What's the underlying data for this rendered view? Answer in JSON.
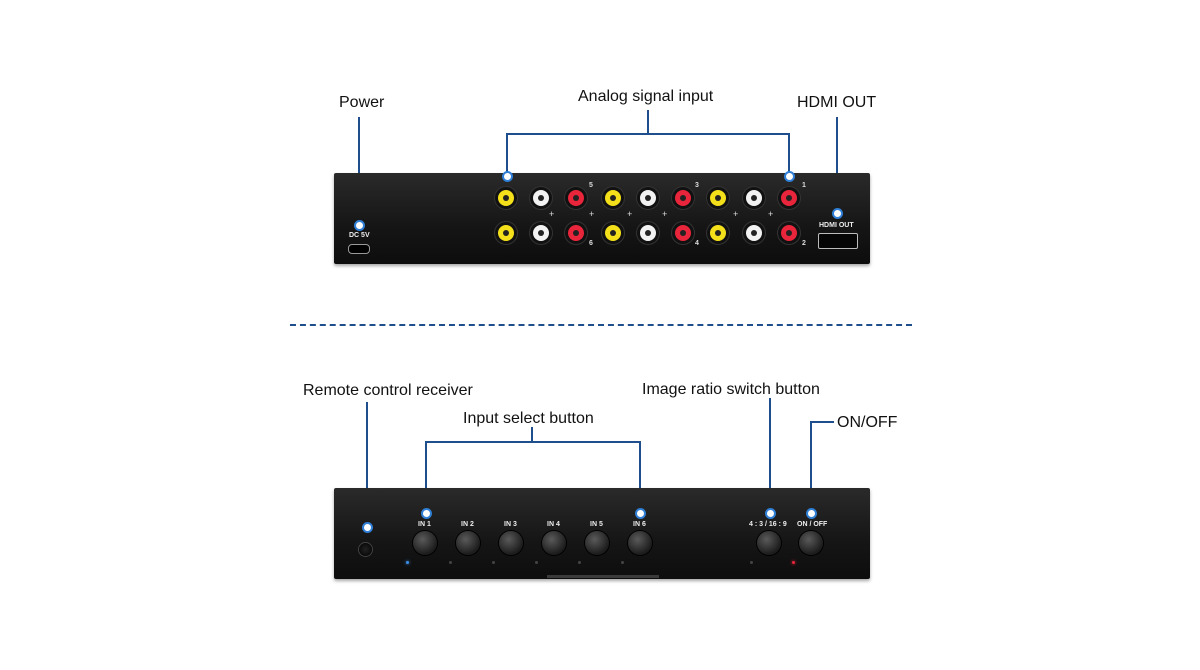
{
  "rear": {
    "callouts": {
      "power": "Power",
      "analog": "Analog signal input",
      "hdmi": "HDMI OUT"
    },
    "labels": {
      "dc": "DC 5V",
      "hdmi": "HDMI OUT"
    },
    "group_numbers": [
      "5",
      "6",
      "3",
      "4",
      "1",
      "2"
    ]
  },
  "front": {
    "callouts": {
      "remote": "Remote control receiver",
      "input_select": "Input select button",
      "ratio": "Image ratio switch button",
      "onoff": "ON/OFF"
    },
    "buttons": [
      "IN 1",
      "IN 2",
      "IN 3",
      "IN 4",
      "IN 5",
      "IN 6",
      "4 : 3 / 16 : 9",
      "ON / OFF"
    ]
  },
  "colors": {
    "accent": "#2f7fd6",
    "line": "#1f4e8c",
    "yellow": "#f4e01a",
    "white": "#f2f2f2",
    "red": "#e8253a"
  }
}
